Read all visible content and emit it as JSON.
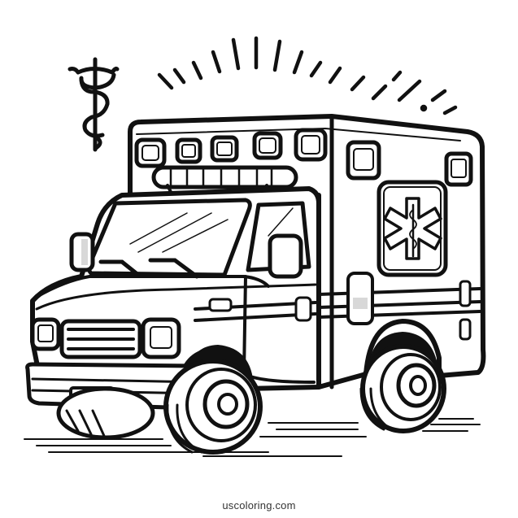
{
  "illustration": {
    "subject": "Ambulance coloring page",
    "style": "black-and-white line art",
    "elements": {
      "caduceus_symbol": "caduceus-icon",
      "side_emblem": "star-of-life-icon",
      "light_rays": 17,
      "roof_lights_front": 5,
      "roof_lights_side": 2
    },
    "colors": {
      "line": "#111111",
      "background": "#ffffff",
      "shade": "#d8d8d8"
    }
  },
  "watermark": {
    "text": "uscoloring.com"
  }
}
